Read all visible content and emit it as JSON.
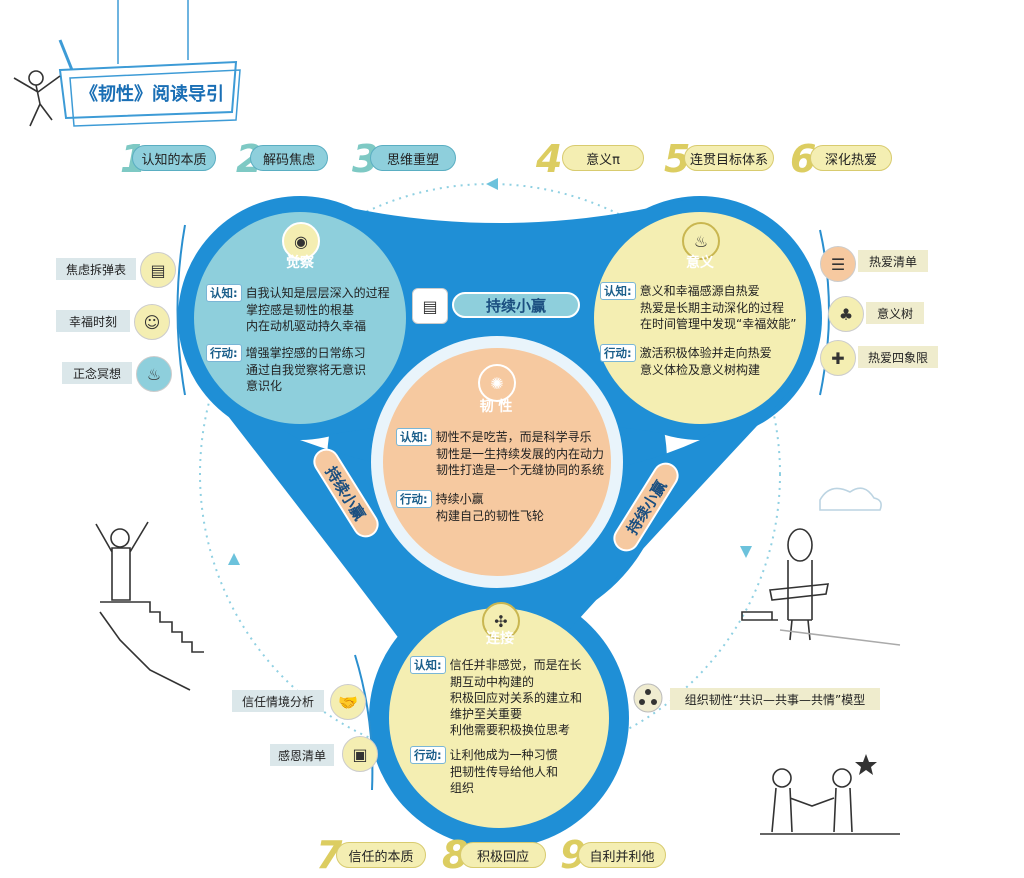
{
  "header": {
    "title": "《韧性》阅读导引"
  },
  "top_chapters": [
    {
      "num": "1",
      "label": "认知的本质"
    },
    {
      "num": "2",
      "label": "解码焦虑"
    },
    {
      "num": "3",
      "label": "思维重塑"
    },
    {
      "num": "4",
      "label": "意义π"
    },
    {
      "num": "5",
      "label": "连贯目标体系"
    },
    {
      "num": "6",
      "label": "深化热爱"
    }
  ],
  "bottom_chapters": [
    {
      "num": "7",
      "label": "信任的本质"
    },
    {
      "num": "8",
      "label": "积极回应"
    },
    {
      "num": "9",
      "label": "自利并利他"
    }
  ],
  "left_tools": [
    "焦虑拆弹表",
    "幸福时刻",
    "正念冥想"
  ],
  "right_tools": [
    "热爱清单",
    "意义树",
    "热爱四象限"
  ],
  "bottom_left_tools": [
    "信任情境分析",
    "感恩清单"
  ],
  "bottom_right_tool": "组织韧性“共识—共事—共情”模型",
  "awareness": {
    "title": "觉察",
    "cog_tag": "认知:",
    "cog": [
      "自我认知是层层深入的过程",
      "掌控感是韧性的根基",
      "内在动机驱动持久幸福"
    ],
    "act_tag": "行动:",
    "act": [
      "增强掌控感的日常练习",
      "通过自我觉察将无意识",
      "意识化"
    ]
  },
  "meaning": {
    "title": "意义",
    "cog_tag": "认知:",
    "cog": [
      "意义和幸福感源自热爱",
      "热爱是长期主动深化的过程",
      "在时间管理中发现“幸福效能”"
    ],
    "act_tag": "行动:",
    "act": [
      "激活积极体验并走向热爱",
      "意义体检及意义树构建"
    ]
  },
  "resilience": {
    "title": "韧 性",
    "cog_tag": "认知:",
    "cog": [
      "韧性不是吃苦，而是科学寻乐",
      "韧性是一生持续发展的内在动力",
      "韧性打造是一个无缝协同的系统"
    ],
    "act_tag": "行动:",
    "act": [
      "持续小赢",
      "构建自己的韧性飞轮"
    ]
  },
  "connection": {
    "title": "连接",
    "cog_tag": "认知:",
    "cog": [
      "信任并非感觉，而是在长",
      "期互动中构建的",
      "积极回应对关系的建立和",
      "维护至关重要",
      "利他需要积极换位思考"
    ],
    "act_tag": "行动:",
    "act": [
      "让利他成为一种习惯",
      "把韧性传导给他人和",
      "组织"
    ]
  },
  "small_wins": {
    "top": "持续小赢",
    "left": "持续小赢",
    "right": "持续小赢"
  },
  "colors": {
    "blue": "#1f8fd6",
    "teal": "#8ecfdc",
    "yellow": "#f4eeb2",
    "peach": "#f6c9a0"
  }
}
